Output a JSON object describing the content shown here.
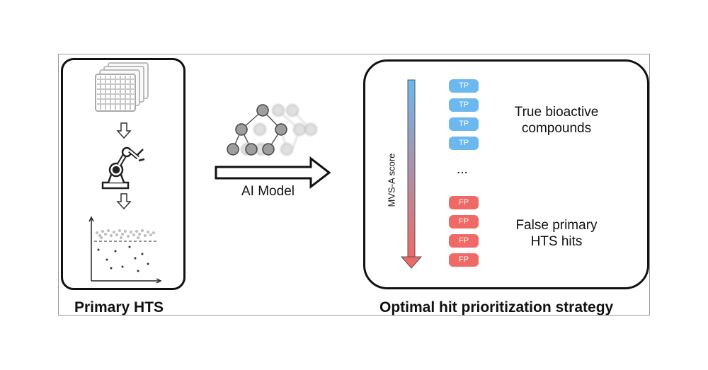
{
  "left_panel": {
    "caption": "Primary HTS"
  },
  "middle": {
    "arrow_label": "AI Model"
  },
  "right_panel": {
    "caption": "Optimal hit prioritization strategy",
    "score_axis_label": "MVS-A score",
    "tp_tags": [
      "TP",
      "TP",
      "TP",
      "TP"
    ],
    "fp_tags": [
      "FP",
      "FP",
      "FP",
      "FP"
    ],
    "ellipsis": "...",
    "tp_description_line1": "True bioactive",
    "tp_description_line2": "compounds",
    "fp_description_line1": "False primary",
    "fp_description_line2": "HTS hits"
  },
  "colors": {
    "tp": "#6bb8ef",
    "fp": "#ef6a66",
    "gradient_top": "#6bb8ef",
    "gradient_bottom": "#ef6a66"
  },
  "icons": [
    "plate-stack-icon",
    "down-arrow-icon",
    "robot-arm-icon",
    "scatter-plot-icon",
    "tree-model-icon",
    "right-arrow-icon",
    "score-gradient-arrow-icon"
  ]
}
